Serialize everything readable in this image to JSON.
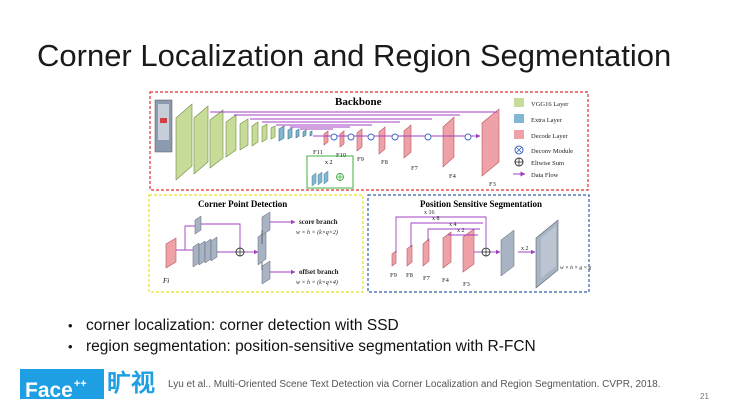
{
  "slide": {
    "title": "Corner Localization and Region Segmentation",
    "bullets": [
      "corner localization: corner detection with SSD",
      "region segmentation: position-sensitive segmentation with R-FCN"
    ],
    "citation": "Lyu et al.. Multi-Oriented Scene Text Detection via Corner Localization and Region Segmentation. CVPR, 2018.",
    "page_number": "21",
    "logo": {
      "text": "Face",
      "superscript": "++",
      "chinese": "旷视"
    }
  },
  "diagram": {
    "backbone": {
      "title": "Backbone",
      "feature_labels": [
        "F11",
        "F10",
        "F9",
        "F8",
        "F7",
        "F4",
        "F3"
      ],
      "scale_label": "x 2"
    },
    "legend": [
      {
        "label": "VGG16 Layer",
        "kind": "swatch",
        "color": "#c8dc9a"
      },
      {
        "label": "Extra Layer",
        "kind": "swatch",
        "color": "#7fb8d0"
      },
      {
        "label": "Decode Layer",
        "kind": "swatch",
        "color": "#eea2a8"
      },
      {
        "label": "Deconv Module",
        "kind": "deconv",
        "color": "#3a66c8"
      },
      {
        "label": "Eltwise Sum",
        "kind": "sum",
        "color": "#333333"
      },
      {
        "label": "Data Flow",
        "kind": "arrow",
        "color": "#a040c0"
      }
    ],
    "corner": {
      "title": "Corner Point Detection",
      "input_label": "Fi",
      "score_branch": "score branch",
      "score_formula": "w × h × (k×q×2)",
      "offset_branch": "offset branch",
      "offset_formula": "w × h × (k×q×4)"
    },
    "position": {
      "title": "Position Sensitive Segmentation",
      "feature_labels": [
        "F9",
        "F8",
        "F7",
        "F4",
        "F3"
      ],
      "scale_labels": [
        "x 16",
        "x 8",
        "x 4",
        "x 2",
        "x 2"
      ],
      "output_formula": "w × h × g × g"
    },
    "colors": {
      "vgg": "#c8dc9a",
      "extra": "#7fb8d0",
      "decode": "#eea2a8",
      "flow": "#a040c0",
      "backbone_border": "#e03030",
      "corner_border": "#e8e020",
      "position_border": "#3060b0"
    }
  }
}
